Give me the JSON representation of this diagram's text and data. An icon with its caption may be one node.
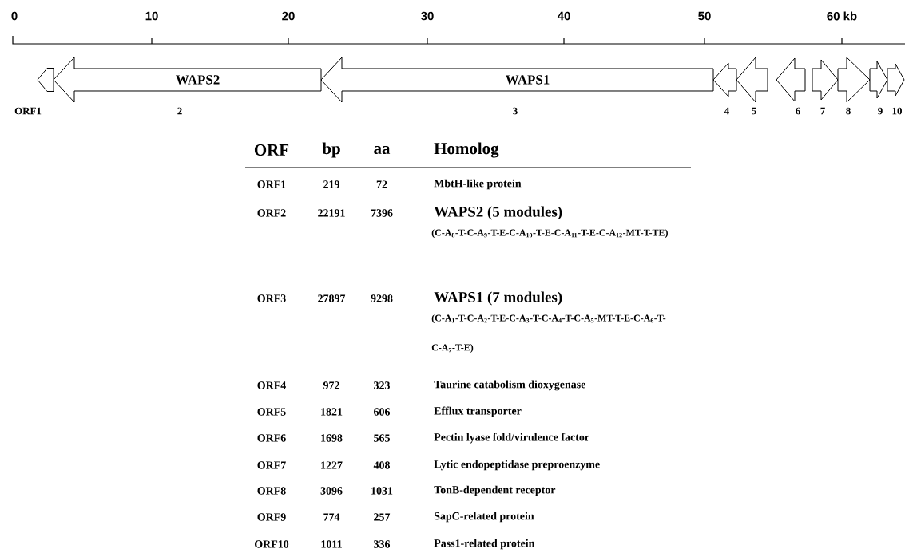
{
  "diagram": {
    "nodes": [
      {
        "text": [],
        "shape": "arrow",
        "beside": [
          "ORF1"
        ]
      },
      {
        "text": [
          "WAPS2"
        ],
        "beside": [
          "2"
        ]
      },
      {
        "text": [
          "WAPS1"
        ],
        "beside": [
          "3"
        ]
      },
      {
        "text": [],
        "shape": "arrow",
        "beside": [
          "4"
        ]
      },
      {
        "text": [],
        "shape": "arrow",
        "beside": [
          "5"
        ]
      },
      {
        "text": [],
        "shape": "arrow",
        "beside": [
          "6"
        ]
      },
      {
        "text": [],
        "shape": "arrow",
        "beside": [
          "7"
        ]
      },
      {
        "text": [],
        "shape": "arrow",
        "beside": [
          "8"
        ]
      },
      {
        "text": [],
        "shape": "arrow",
        "beside": [
          "9"
        ]
      },
      {
        "text": [],
        "shape": "arrow",
        "beside": [
          "10"
        ]
      }
    ],
    "labels": [
      "0",
      "10",
      "20",
      "30",
      "40",
      "50",
      "60 kb",
      "ORF",
      "bp",
      "aa",
      "Homolog",
      "ORF1",
      "219",
      "72",
      "MbtH-like protein",
      "ORF2",
      "22191",
      "7396",
      "WAPS2 (5 modules)",
      "(C-A$_{8}$-T-C-A$_{9}$-T-E-C-A$_{10}$-T-E-C-A$_{11}$-T-E-C-A$_{12}$-MT-T-TE)",
      "ORF3",
      "27897",
      "9298",
      "WAPS1 (7 modules)",
      "(C-A$_{1}$-T-C-A$_{2}$-T-E-C-A$_{3}$-T-C-A$_{4}$-T-C-A$_{5}$-MT-T-E-C-A$_{6}$-T-C-A$_{7}$-T-E)",
      "ORF4",
      "972",
      "323",
      "Taurine catabolism dioxygenase",
      "ORF5",
      "1821",
      "606",
      "Efflux transporter",
      "ORF6",
      "1698",
      "565",
      "Pectin lyase fold/virulence factor",
      "ORF7",
      "1227",
      "408",
      "Lytic endopeptidase preproenzyme",
      "ORF8",
      "3096",
      "1031",
      "TonB-dependent receptor",
      "ORF9",
      "774",
      "257",
      "SapC-related protein",
      "ORF10",
      "1011",
      "336",
      "Pass1-related protein"
    ]
  }
}
